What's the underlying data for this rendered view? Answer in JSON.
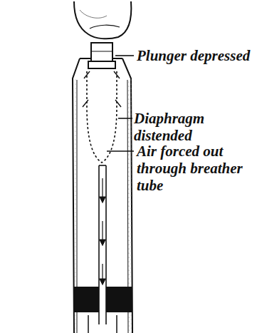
{
  "diagram": {
    "labels": [
      "Plunger depressed",
      "Diaphragm distended",
      "Air forced out through breather tube"
    ]
  }
}
